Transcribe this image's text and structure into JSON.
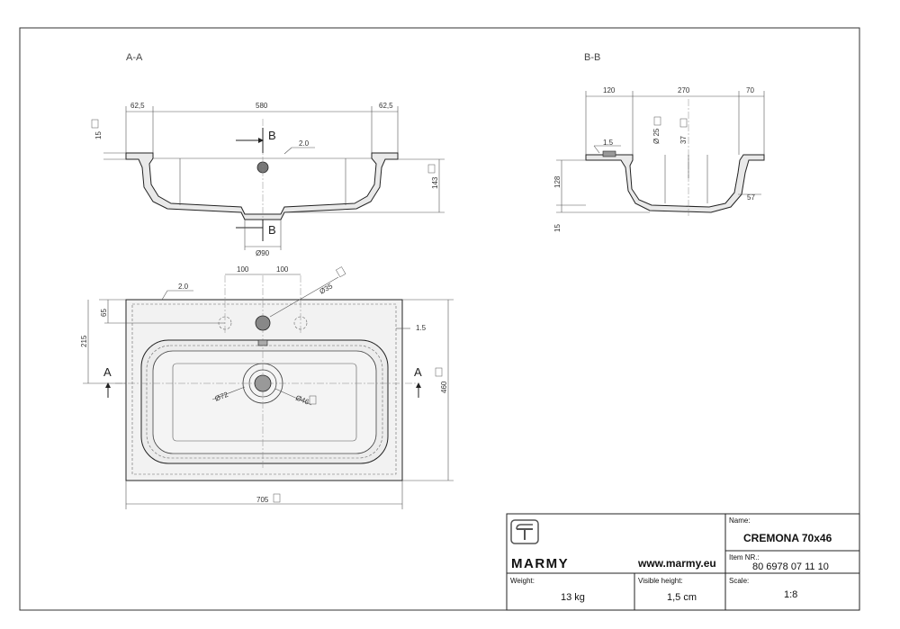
{
  "sections": {
    "aa": "A-A",
    "bb": "B-B",
    "cut_a": "A",
    "cut_b": "B"
  },
  "dims_aa": {
    "left_rim": "62,5",
    "span": "580",
    "right_rim": "62,5",
    "rim_height": "15",
    "depth": "143",
    "drain": "Ø90",
    "wall": "2.0"
  },
  "dims_bb": {
    "back": "120",
    "bowl": "270",
    "front": "70",
    "tap_hole": "Ø 25",
    "tap_offset": "37",
    "wall": "1.5",
    "height": "128",
    "base": "15",
    "front_lip": "57"
  },
  "dims_plan": {
    "hole_left": "100",
    "hole_right": "100",
    "tap_dia": "Ø35",
    "wall": "2.0",
    "offset_top": "65",
    "to_drain": "215",
    "rim": "1.5",
    "width": "705",
    "depth": "460",
    "drain_outer": "Ø72",
    "drain_inner": "Ø46"
  },
  "title_block": {
    "brand": "MARMY",
    "website": "www.marmy.eu",
    "name_label": "Name:",
    "name_value": "CREMONA 70x46",
    "item_label": "Item NR.:",
    "item_value": "80 6978 07 11 10",
    "weight_label": "Weight:",
    "weight_value": "13 kg",
    "visible_label": "Visible height:",
    "visible_value": "1,5 cm",
    "scale_label": "Scale:",
    "scale_value": "1:8"
  }
}
